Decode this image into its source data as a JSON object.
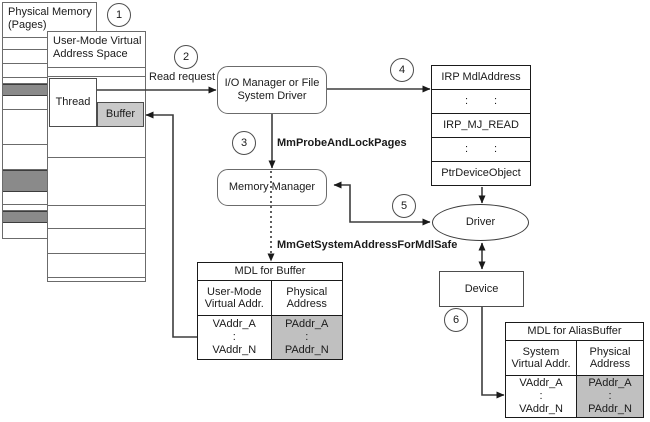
{
  "physical_memory": {
    "title_line1": "Physical Memory",
    "title_line2": "(Pages)"
  },
  "user_mode": {
    "title_line1": "User-Mode Virtual",
    "title_line2": "Address Space",
    "thread_label": "Thread",
    "buffer_label": "Buffer"
  },
  "labels": {
    "read_request": "Read request",
    "mm_probe_and_lock_pages": "MmProbeAndLockPages",
    "mm_get_system_address": "MmGetSystemAddressForMdlSafe"
  },
  "io_manager": {
    "line1": "I/O Manager or File",
    "line2": "System Driver"
  },
  "memory_manager": {
    "label": "Memory Manager"
  },
  "driver": {
    "label": "Driver"
  },
  "device": {
    "label": "Device"
  },
  "irp_table": {
    "row_mdl_address": "IRP MdlAddress",
    "colon": ":",
    "row_mj_read": "IRP_MJ_READ",
    "row_ptr_device_object": "PtrDeviceObject"
  },
  "mdl_buffer": {
    "title": "MDL for Buffer",
    "col1_line1": "User-Mode",
    "col1_line2": "Virtual Addr.",
    "col2_line1": "Physical",
    "col2_line2": "Address",
    "vaddr_a": "VAddr_A",
    "dots": ":",
    "vaddr_n": "VAddr_N",
    "paddr_a": "PAddr_A",
    "paddr_n": "PAddr_N"
  },
  "mdl_alias": {
    "title": "MDL for AliasBuffer",
    "col1_line1": "System",
    "col1_line2": "Virtual Addr.",
    "col2_line1": "Physical",
    "col2_line2": "Address",
    "vaddr_a": "VAddr_A",
    "dots": ":",
    "vaddr_n": "VAddr_N",
    "paddr_a": "PAddr_A",
    "paddr_n": "PAddr_N"
  },
  "steps": {
    "s1": "1",
    "s2": "2",
    "s3": "3",
    "s4": "4",
    "s5": "5",
    "s6": "6"
  },
  "colors": {
    "connector_line": "#3d3d3d",
    "box_border": "#6b6b6b",
    "table_border": "#1a1a1a",
    "page_highlight_fill": "#8a8a8a",
    "buffer_fill": "#c9c9c9",
    "physical_column_fill": "#c0c0c0"
  }
}
